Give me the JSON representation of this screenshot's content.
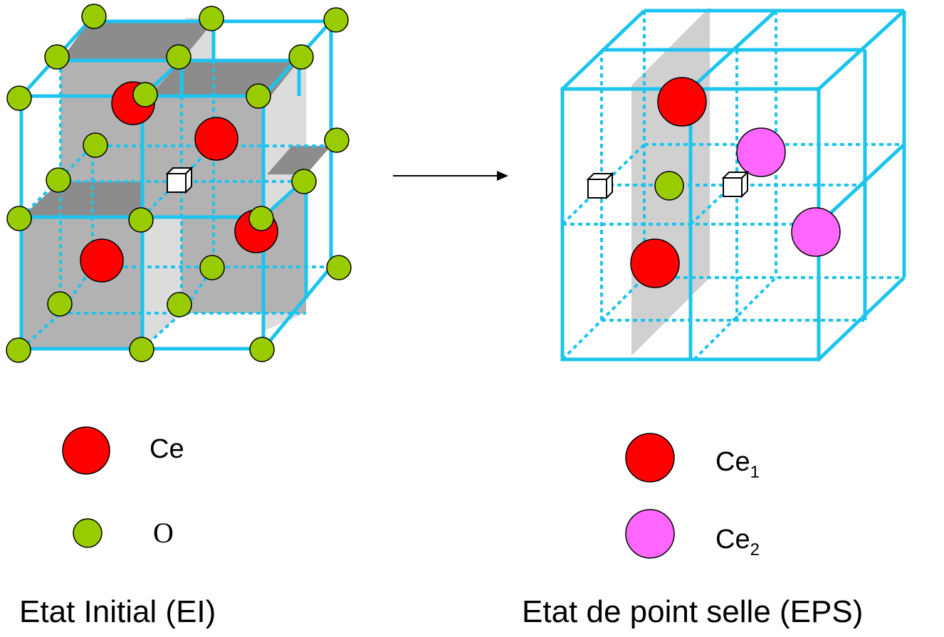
{
  "colors": {
    "ce": "#ff0000",
    "ce2": "#ff66ff",
    "oxygen": "#99cc00",
    "lattice": "#1cc4ee",
    "dark_face": "#8c8c8c",
    "mid_face": "#b2b2b2",
    "light_face": "#dcdcdc"
  },
  "left_panel": {
    "caption": "Etat Initial (EI)",
    "legend_ce": "Ce",
    "legend_o": "O"
  },
  "right_panel": {
    "caption": "Etat de point selle (EPS)",
    "legend_ce1_base": "Ce",
    "legend_ce1_sub": "1",
    "legend_ce2_base": "Ce",
    "legend_ce2_sub": "2"
  },
  "icons": {
    "arrow": "right-arrow-icon",
    "vacancy": "vacancy-cube-icon"
  }
}
